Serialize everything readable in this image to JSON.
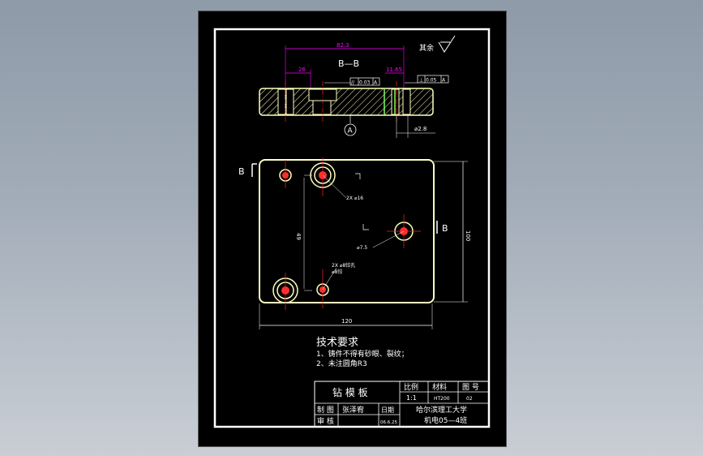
{
  "roughness": {
    "label": "其余",
    "symbol": "3.2-tri"
  },
  "section": {
    "label": "B—B",
    "datum": "A",
    "dims": {
      "overall": "82.3",
      "left": "26",
      "right": "11.65",
      "hole": "⌀2.8"
    },
    "tolerance_left": {
      "symbol": "//",
      "value": "0.03",
      "datum": "A"
    },
    "tolerance_right": {
      "symbol": "⊥",
      "value": "0.05",
      "datum": "A"
    }
  },
  "plan": {
    "section_mark": "B",
    "height_dim": "100",
    "width_dim": "120",
    "inner_dim": "49",
    "callouts": {
      "upper": "2X ⌀16",
      "middle": "⌀7.5",
      "lower_1": "2X ⌀8铰孔",
      "lower_2": "⌀8铰"
    }
  },
  "notes": {
    "title": "技术要求",
    "items": [
      "1、铸件不得有砂眼、裂纹；",
      "2、未注圆角R3"
    ]
  },
  "title_block": {
    "part_name": "钻 模 板",
    "header_scale": "比例",
    "header_material": "材料",
    "header_drawing_no": "图 号",
    "scale": "1:1",
    "material": "HT200",
    "drawing_no": "02",
    "drawn_label": "制 图",
    "drawn_by": "张泽宥",
    "date_label": "日期",
    "checked_label": "审 核",
    "date": "06.6.25",
    "school": "哈尔滨理工大学",
    "class": "机电05—4班"
  },
  "colors": {
    "frame": "#ffffff",
    "outline": "#ffffc0",
    "dimension": "#ff00ff",
    "centerline": "#ff2020",
    "hatch_highlight": "#80ff60",
    "callout": "#ffffff"
  }
}
